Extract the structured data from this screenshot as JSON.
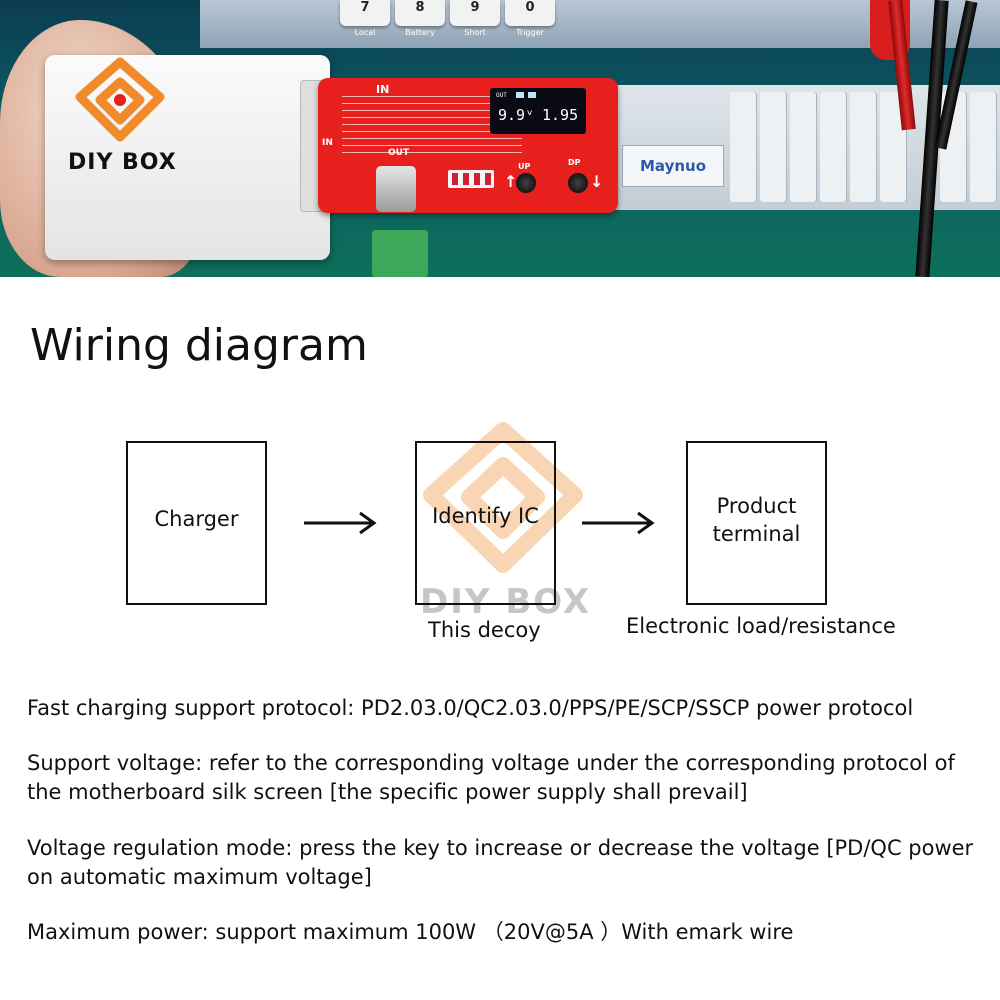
{
  "brand": {
    "logo_text": "DIY BOX"
  },
  "photo": {
    "pcb_in_label": "IN",
    "pcb_in_side_label": "IN",
    "pcb_out_label": "OUT",
    "oled_tag": "OUT",
    "oled_voltage": "9.9ᵛ",
    "oled_current": "1.95",
    "up_label": "UP",
    "dp_label": "DP",
    "bench_brand": "Maynuo",
    "bench_keys": [
      "7",
      "8",
      "9",
      "0"
    ],
    "bench_key_labels": [
      "Local",
      "Battery",
      "Short",
      "Trigger"
    ]
  },
  "diagram": {
    "title": "Wiring diagram",
    "boxes": [
      {
        "label": "Charger"
      },
      {
        "label": "Identify IC",
        "caption": "This decoy"
      },
      {
        "label_line1": "Product",
        "label_line2": "terminal",
        "caption": "Electronic load/resistance"
      }
    ],
    "watermark": "DIY BOX",
    "stroke_color": "#111111",
    "accent_color": "#e8201d"
  },
  "specs": [
    "Fast charging support protocol: PD2.03.0/QC2.03.0/PPS/PE/SCP/SSCP power protocol",
    "Support voltage: refer to the corresponding voltage under the corresponding protocol of the motherboard silk screen [the specific power supply shall prevail]",
    "Voltage regulation mode: press the key to increase or decrease the voltage [PD/QC power on automatic maximum voltage]",
    "Maximum power: support maximum 100W （20V@5A ）With emark wire"
  ]
}
